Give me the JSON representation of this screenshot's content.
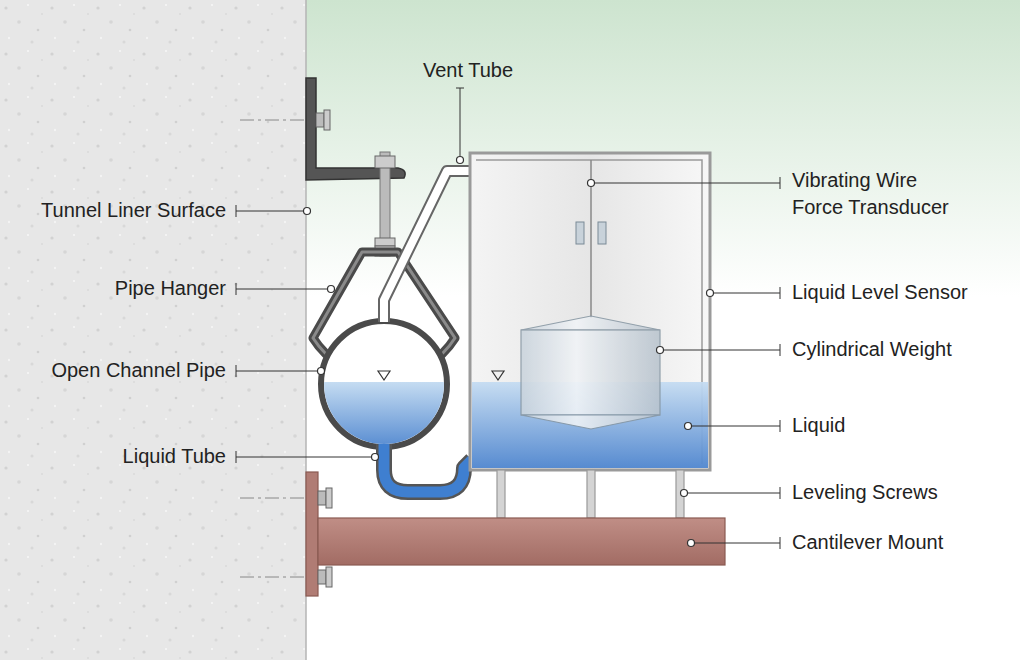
{
  "diagram": {
    "labels": [
      "Vent Tube",
      "Vibrating Wire Force Transducer",
      "Tunnel Liner Surface",
      "Liquid Level Sensor",
      "Pipe Hanger",
      "Cylindrical Weight",
      "Open Channel Pipe",
      "Liquid",
      "Liquid Tube",
      "Leveling Screws",
      "Cantilever Mount"
    ]
  }
}
